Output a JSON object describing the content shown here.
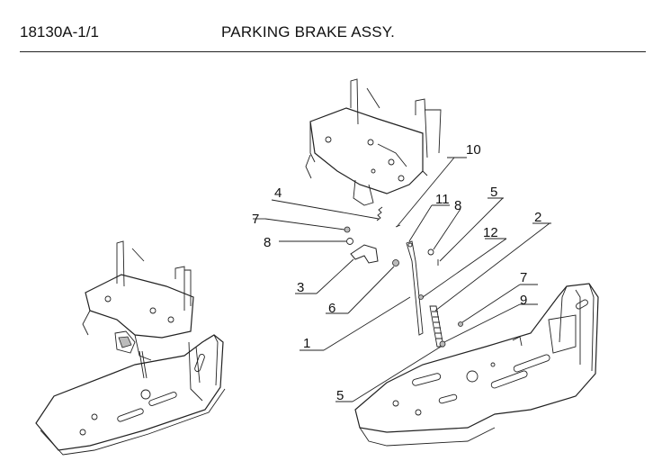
{
  "header": {
    "part_code": "18130A-1/1",
    "title": "PARKING BRAKE ASSY."
  },
  "callouts": {
    "c10": "10",
    "c4": "4",
    "c11": "11",
    "c8a": "8",
    "c5a": "5",
    "c7a": "7",
    "c8b": "8",
    "c12": "12",
    "c2": "2",
    "c3": "3",
    "c6": "6",
    "c7b": "7",
    "c9": "9",
    "c1": "1",
    "c5b": "5"
  }
}
